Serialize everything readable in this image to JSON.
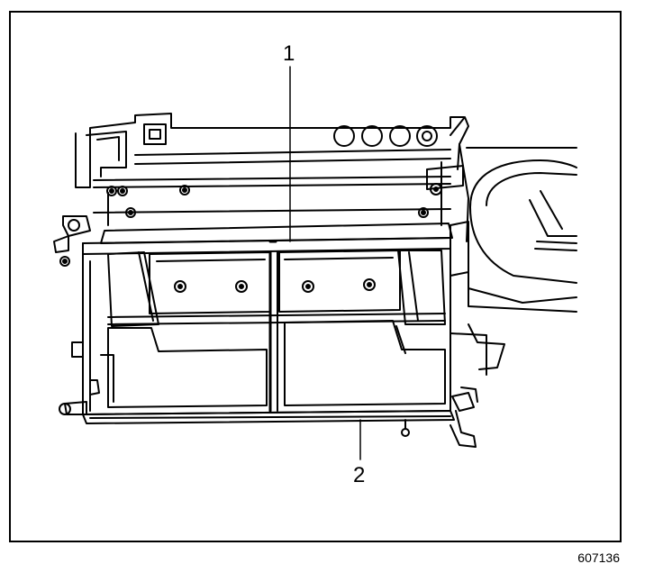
{
  "callouts": [
    {
      "label": "1"
    },
    {
      "label": "2"
    }
  ],
  "figure_id": "607136",
  "colors": {
    "ink": "#000000",
    "paper": "#ffffff"
  }
}
